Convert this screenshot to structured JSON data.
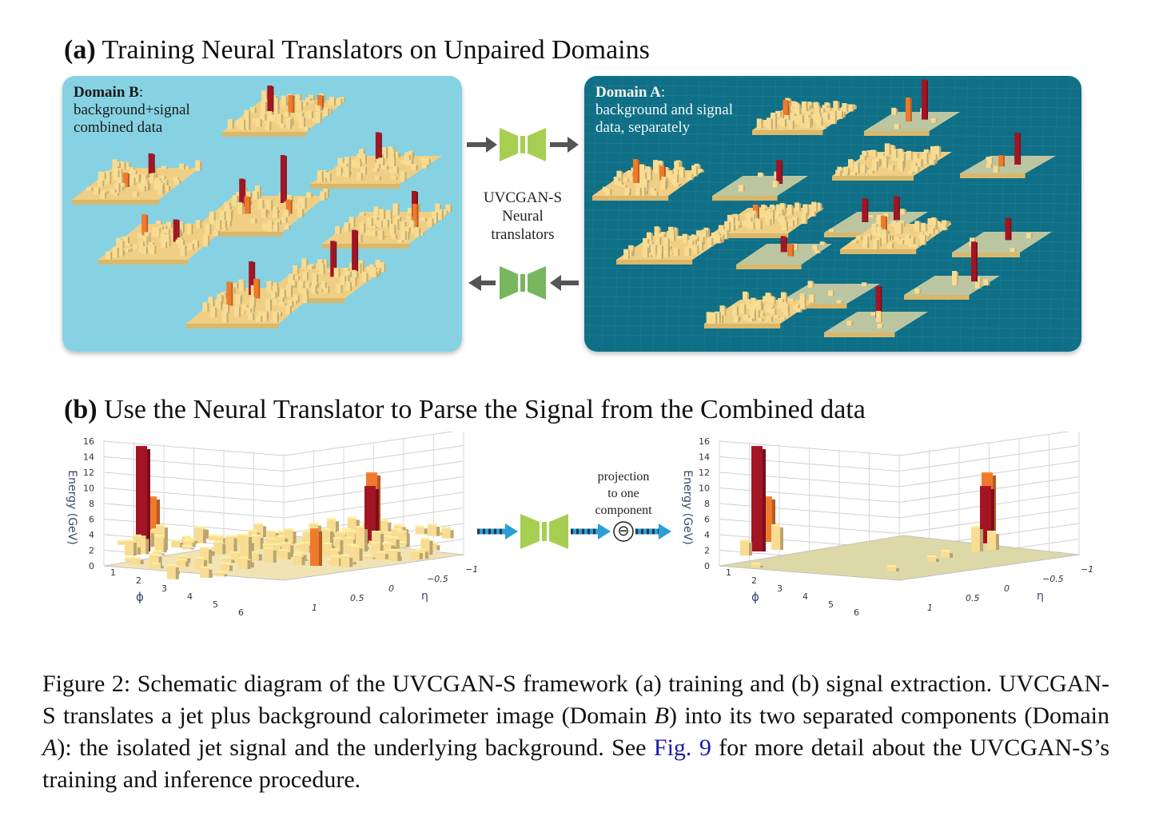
{
  "section_a": {
    "label": "(a)",
    "title": "Training Neural Translators on Unpaired Domains"
  },
  "section_b": {
    "label": "(b)",
    "title": "Use the Neural Translator to Parse the Signal from the Combined data"
  },
  "domain_b": {
    "title": "Domain B",
    "colon": ":",
    "line1": "background+signal",
    "line2": "combined data",
    "bg_color": "#86d2e2"
  },
  "domain_a": {
    "title": "Domain A",
    "colon": ":",
    "line1": "background and signal",
    "line2": "data, separately",
    "bg_color": "#0e6f86"
  },
  "translator": {
    "line1": "UVCGAN-S",
    "line2": "Neural",
    "line3": "translators"
  },
  "projection": {
    "line1": "projection",
    "line2": "to one",
    "line3": "component",
    "operator": "⊖"
  },
  "plots": {
    "y_title": "Energy (GeV)",
    "y_ticks": [
      "0",
      "2",
      "4",
      "6",
      "8",
      "10",
      "12",
      "14",
      "16"
    ],
    "phi_label": "ϕ",
    "phi_ticks": [
      "1",
      "2",
      "3",
      "4",
      "5",
      "6"
    ],
    "eta_label": "η",
    "eta_ticks": [
      "−1",
      "−0.5",
      "0",
      "0.5",
      "1"
    ]
  },
  "colors": {
    "net_green": "#a6cf52",
    "net_green_dark": "#78b760",
    "arrow_gray": "#555555",
    "arrow_blue": "#2a9fd6",
    "peak_red": "#a31424",
    "mid_orange": "#ef7a2c",
    "low_yellow": "#f8dc92"
  },
  "caption": {
    "part1": "Figure 2: Schematic diagram of the UVCGAN-S framework (a) training and (b) signal extraction. UVCGAN-S translates a jet plus background calorimeter image (Domain ",
    "var_b": "B",
    "part2": ") into its two separated components (Domain ",
    "var_a": "A",
    "part3": "): the isolated jet signal and the underlying background. See ",
    "ref": "Fig. 9",
    "part4": " for more detail about the UVCGAN-S’s training and inference procedure."
  }
}
